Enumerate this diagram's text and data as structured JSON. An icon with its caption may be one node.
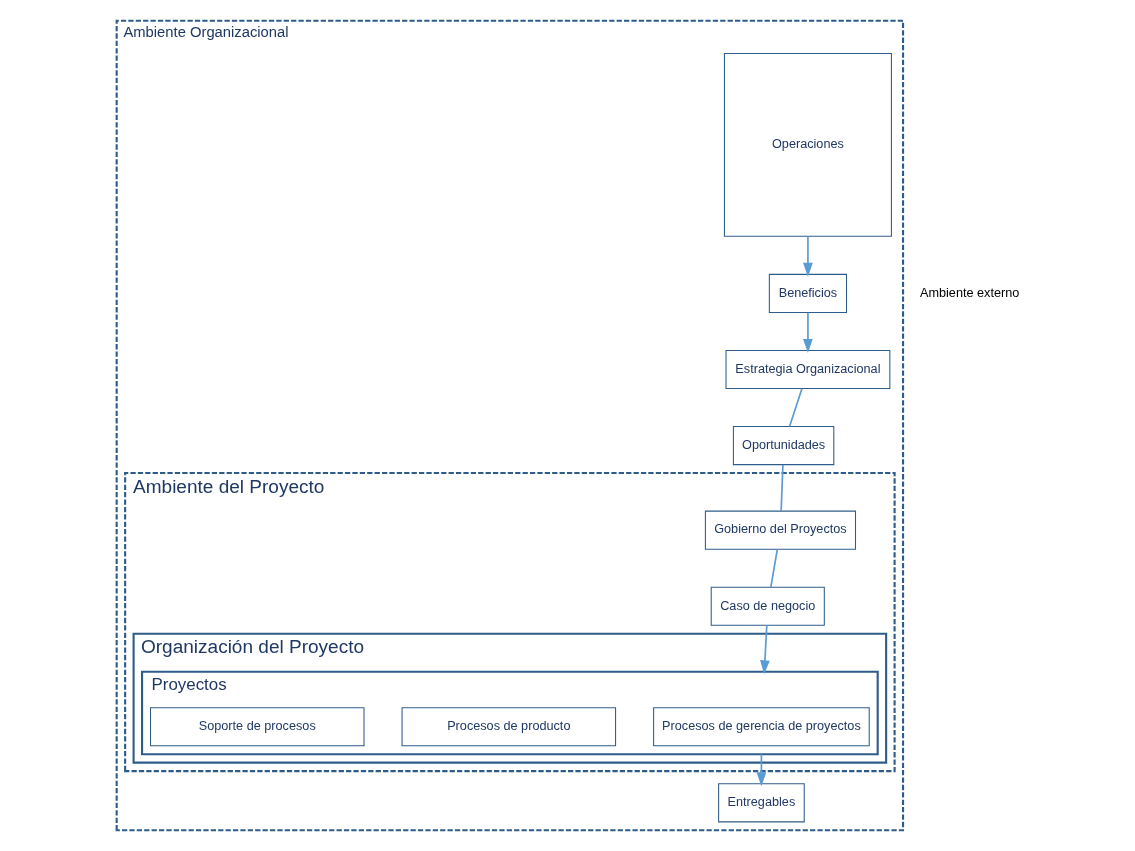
{
  "diagram": {
    "nodes": [
      {
        "text": [
          "Ambiente Organizacional"
        ]
      },
      {
        "text": [
          "Estrategia Organizacional"
        ],
        "in": 0
      },
      {
        "text": [
          "Beneficios"
        ],
        "in": 0
      },
      {
        "text": [
          "Oportunidades"
        ],
        "in": 0
      },
      {
        "text": [
          "Ambiente del Proyecto"
        ],
        "in": 0
      },
      {
        "text": [
          "Gobierno del Proyectos"
        ],
        "in": 4
      },
      {
        "text": [
          "Caso de negocio"
        ],
        "in": 4
      },
      {
        "text": [
          "Organización del Proyecto"
        ],
        "in": 4
      },
      {
        "text": [
          "Proyectos"
        ],
        "in": 7
      },
      {
        "text": [
          "Procesos de gerencia de proyectos"
        ],
        "in": 8
      },
      {
        "text": [
          "Procesos de producto"
        ],
        "in": 8
      },
      {
        "text": [
          "Soporte de procesos"
        ],
        "in": 8
      },
      {
        "text": [
          "Entregables"
        ],
        "in": 0
      },
      {
        "text": [
          "Operaciones"
        ],
        "in": 0
      }
    ],
    "edges": [
      {
        "from": 13,
        "to": 2,
        "arrow": "to"
      },
      {
        "from": 2,
        "to": 1,
        "arrow": "to"
      },
      {
        "from": 1,
        "to": 3,
        "arrow": "none"
      },
      {
        "from": 3,
        "to": 5,
        "arrow": "none"
      },
      {
        "from": 5,
        "to": 6,
        "arrow": "none"
      },
      {
        "from": 6,
        "to": 8,
        "arrow": "to"
      },
      {
        "from": 8,
        "to": 12,
        "arrow": "to"
      }
    ],
    "labels": [
      "Ambiente externo"
    ]
  }
}
